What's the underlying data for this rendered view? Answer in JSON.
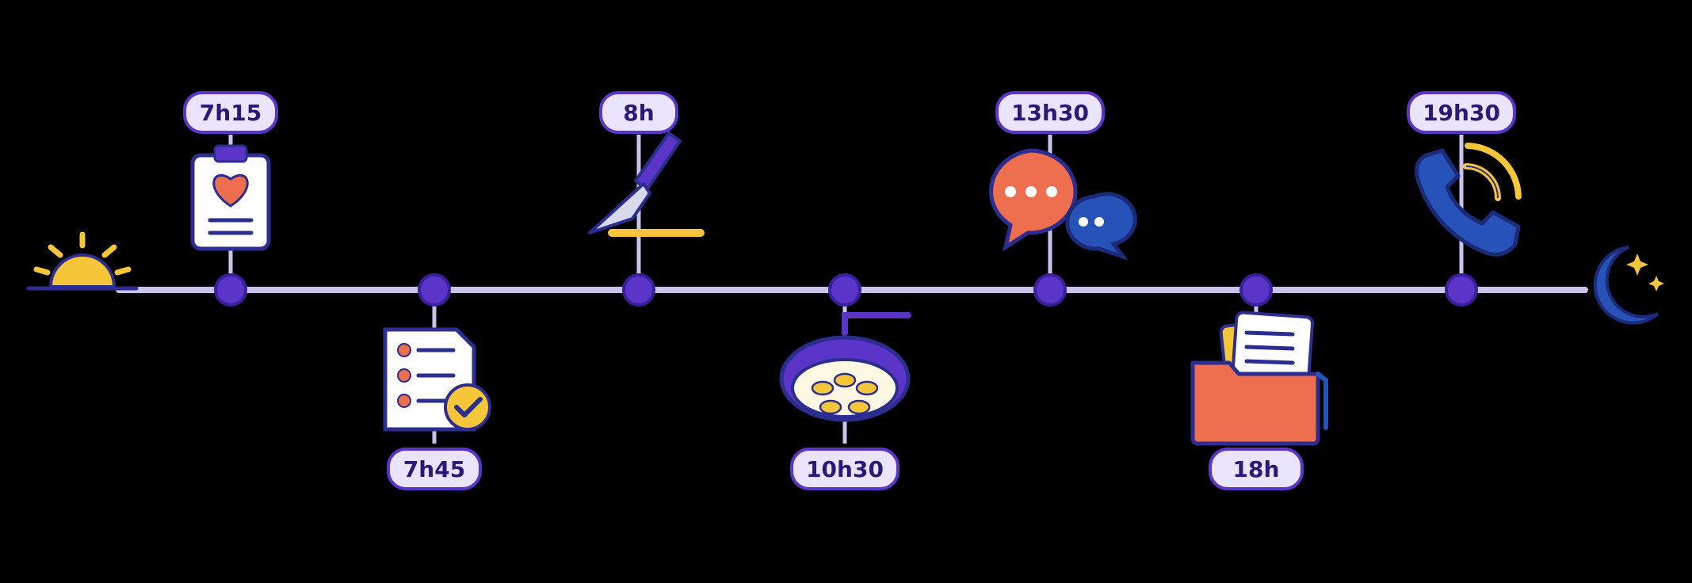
{
  "timeline": {
    "start_icon": "sunrise-icon",
    "end_icon": "moon-icon",
    "line_color": "#c9c4ea",
    "node_color": "#5b35c8",
    "label_fill": "#ebe4ff",
    "label_stroke": "#5b35c8",
    "events": [
      {
        "time": "7h15",
        "icon": "clipboard-heart-icon",
        "side": "top"
      },
      {
        "time": "7h45",
        "icon": "checklist-icon",
        "side": "bottom"
      },
      {
        "time": "8h",
        "icon": "scalpel-icon",
        "side": "top"
      },
      {
        "time": "10h30",
        "icon": "surgical-lamp-icon",
        "side": "bottom"
      },
      {
        "time": "13h30",
        "icon": "chat-bubbles-icon",
        "side": "top"
      },
      {
        "time": "18h",
        "icon": "folder-documents-icon",
        "side": "bottom"
      },
      {
        "time": "19h30",
        "icon": "phone-call-icon",
        "side": "top"
      }
    ]
  }
}
